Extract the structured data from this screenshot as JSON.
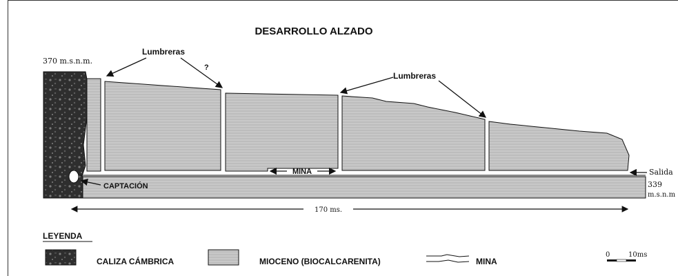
{
  "title": "DESARROLLO ALZADO",
  "elevation_top": "370 m.s.n.m.",
  "elevation_bottom_1": "339",
  "elevation_bottom_2": "m.s.n.m",
  "labels": {
    "lumbreras_1": "Lumbreras",
    "lumbreras_2": "Lumbreras",
    "question": "?",
    "mina": "MINA",
    "captacion": "CAPTACIÓN",
    "salida": "Salida",
    "length": "170 ms."
  },
  "legend": {
    "heading": "LEYENDA",
    "items": [
      {
        "label": "CALIZA CÁMBRICA",
        "pattern": "dark-limestone"
      },
      {
        "label": "MIOCENO (BIOCALCARENITA)",
        "pattern": "gray-calcarenite"
      },
      {
        "label": "MINA",
        "pattern": "tunnel-lines"
      }
    ],
    "scale": {
      "zero": "0",
      "ten": "10ms"
    }
  },
  "colors": {
    "mioceno_fill": "#bdbdbd",
    "caliza_fill": "#2a2a2a",
    "line": "#111111"
  }
}
